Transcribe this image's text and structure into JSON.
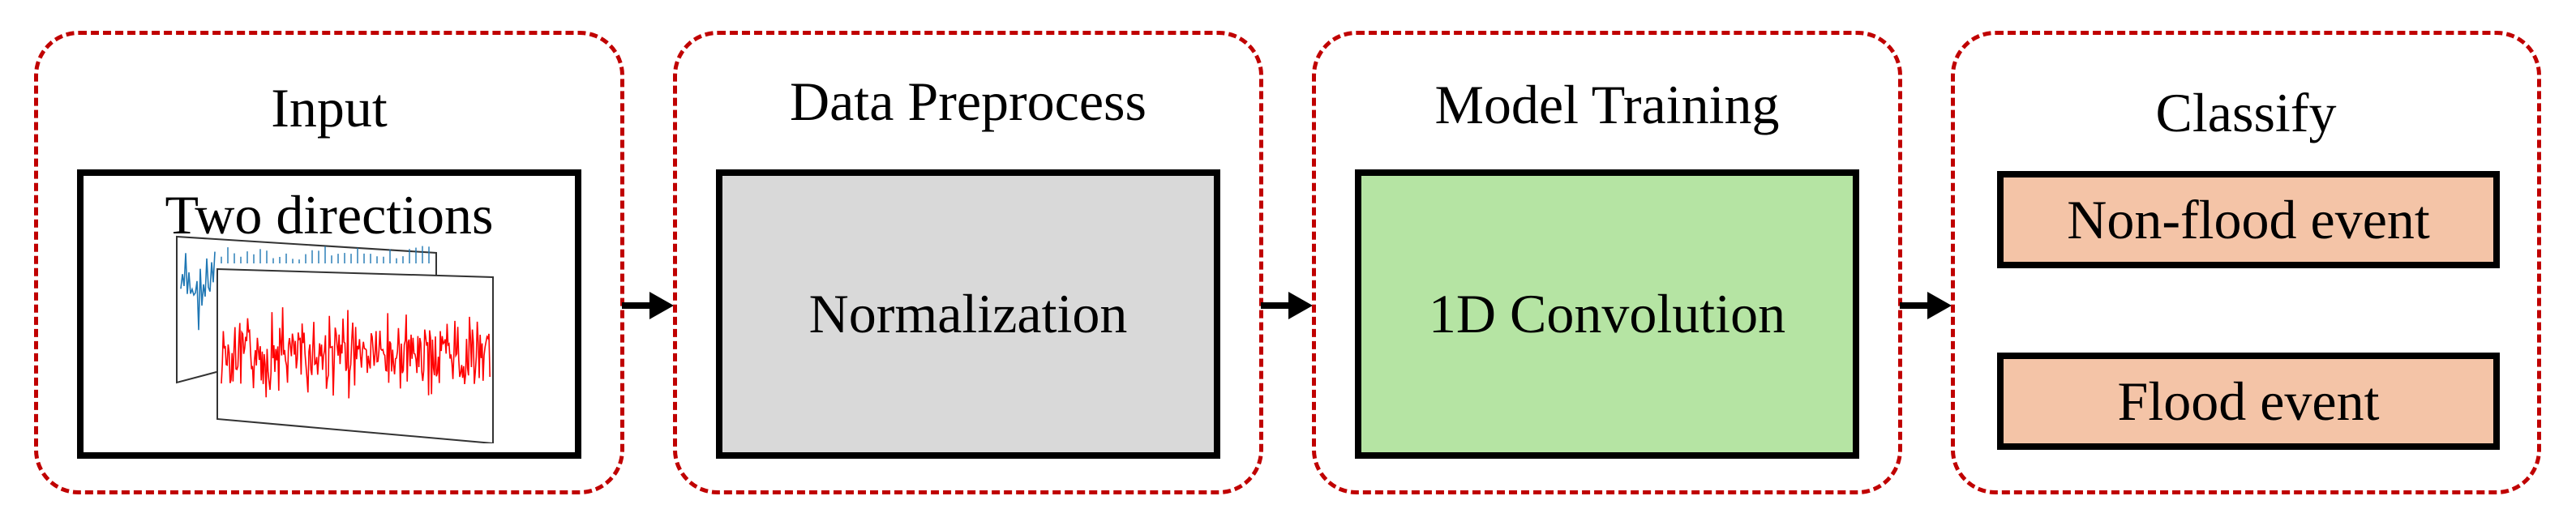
{
  "stages": [
    {
      "title": "Input",
      "caption": "Two directions"
    },
    {
      "title": "Data Preprocess",
      "box_label": "Normalization",
      "box_color": "#d9d9d9"
    },
    {
      "title": "Model Training",
      "box_label": "1D Convolution",
      "box_color": "#b5e4a3"
    },
    {
      "title": "Classify",
      "outputs": [
        "Non-flood event",
        "Flood event"
      ],
      "output_color": "#f4c4a7"
    }
  ],
  "colors": {
    "stage_border": "#c00000",
    "signal_back": "#1f77b4",
    "signal_front": "#ff0000"
  }
}
